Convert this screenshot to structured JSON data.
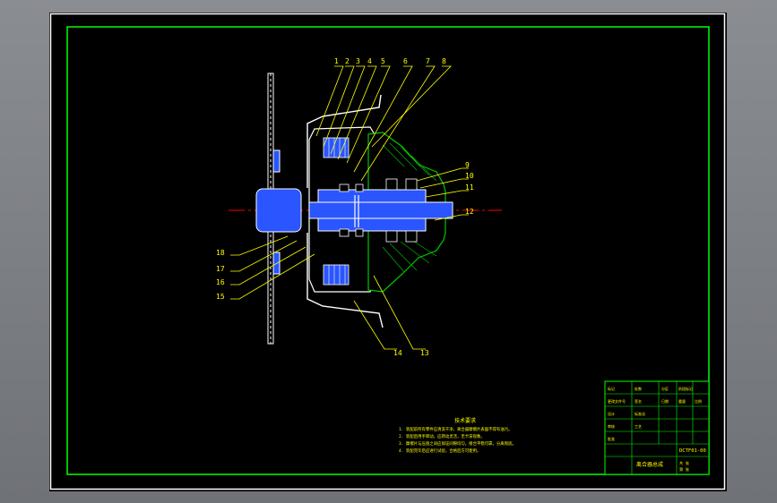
{
  "colors": {
    "background": "#000000",
    "outer_frame": "#ffffff",
    "inner_frame": "#00ff00",
    "leader": "#ffff00",
    "hatch": "#2a55ff",
    "centerline": "#ff0000",
    "outline": "#ffffff",
    "housing": "#00c800"
  },
  "callouts": {
    "top": [
      "1",
      "2",
      "3",
      "4",
      "5",
      "6",
      "7",
      "8"
    ],
    "right": [
      "9",
      "10",
      "11",
      "12"
    ],
    "left": [
      "18",
      "17",
      "16",
      "15"
    ],
    "bottom": [
      "14",
      "13"
    ]
  },
  "notes": {
    "title": "技术要求",
    "lines": [
      "1. 装配前所有零件应清洗干净，离合器摩擦片表面不得有油污。",
      "2. 装配后用手转动，应转动灵活，无卡滞现象。",
      "3. 摩擦片与压盘之间应保证间隙均匀，接合平稳可靠，分离彻底。",
      "4. 装配完毕后应进行试验，合格后方可使用。"
    ]
  },
  "title_block": {
    "drawing_no": "DCTF01-00",
    "part_name": "离合器总成",
    "labels": [
      "标记",
      "处数",
      "分区",
      "更改文件号",
      "签名",
      "日期"
    ],
    "sign_labels": [
      "设计",
      "标准化",
      "审核",
      "工艺",
      "批准"
    ],
    "right_labels": [
      "阶段标记",
      "重量",
      "比例"
    ],
    "sheet_labels": [
      "共 张",
      "第 张"
    ]
  }
}
